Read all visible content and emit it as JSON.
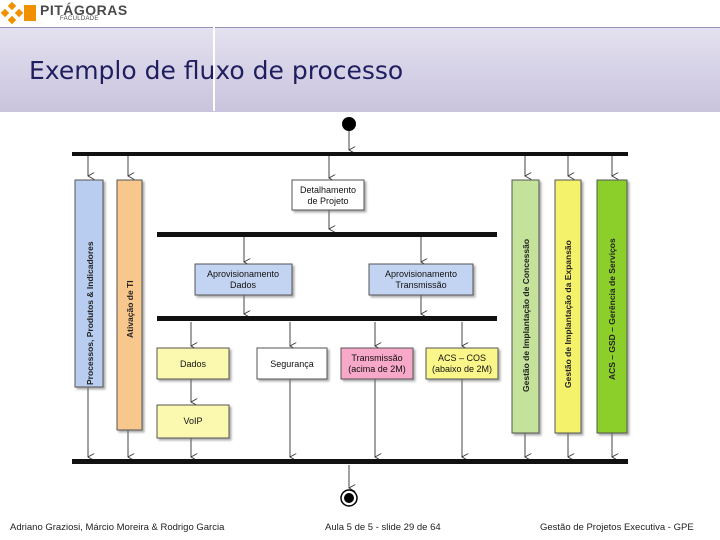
{
  "logo": {
    "name": "PITÁGORAS",
    "sub": "FACULDADE"
  },
  "slide": {
    "title": "Exemplo de fluxo de processo"
  },
  "lanes": {
    "left1": "Processos, Produtos & Indicadores",
    "left2": "Ativação de TI",
    "right1": "Gestão de Implantação de Concessão",
    "right2": "Gestão de Implantação da Expansão",
    "right3": "ACS – GSD – Gerência de Serviços"
  },
  "activities": {
    "detalhamento": [
      "Detalhamento",
      "de Projeto"
    ],
    "aprov_dados": [
      "Aprovisionamento",
      "Dados"
    ],
    "aprov_trans": [
      "Aprovisionamento",
      "Transmissão"
    ],
    "dados": "Dados",
    "seguranca": "Segurança",
    "transmissao": [
      "Transmissão",
      "(acima de 2M)"
    ],
    "acs_cos": [
      "ACS – COS",
      "(abaixo de 2M)"
    ],
    "voip": "VoIP"
  },
  "colors": {
    "lane_blue": "#b9cdf0",
    "lane_orange": "#f7c78e",
    "lane_green": "#c4e29a",
    "lane_yellow": "#f4f26a",
    "lane_lime": "#8ccf2a",
    "box_blue": "#c3d4f2",
    "box_yellow": "#fbf9b0",
    "box_pink": "#f8a8c8",
    "box_yellow2": "#fbf68a",
    "title_text": "#1f1f5f"
  },
  "footer": {
    "authors": "Adriano Graziosi, Márcio Moreira & Rodrigo Garcia",
    "slide_info": "Aula 5 de 5 - slide 29 de 64",
    "course": "Gestão de Projetos Executiva - GPE"
  }
}
